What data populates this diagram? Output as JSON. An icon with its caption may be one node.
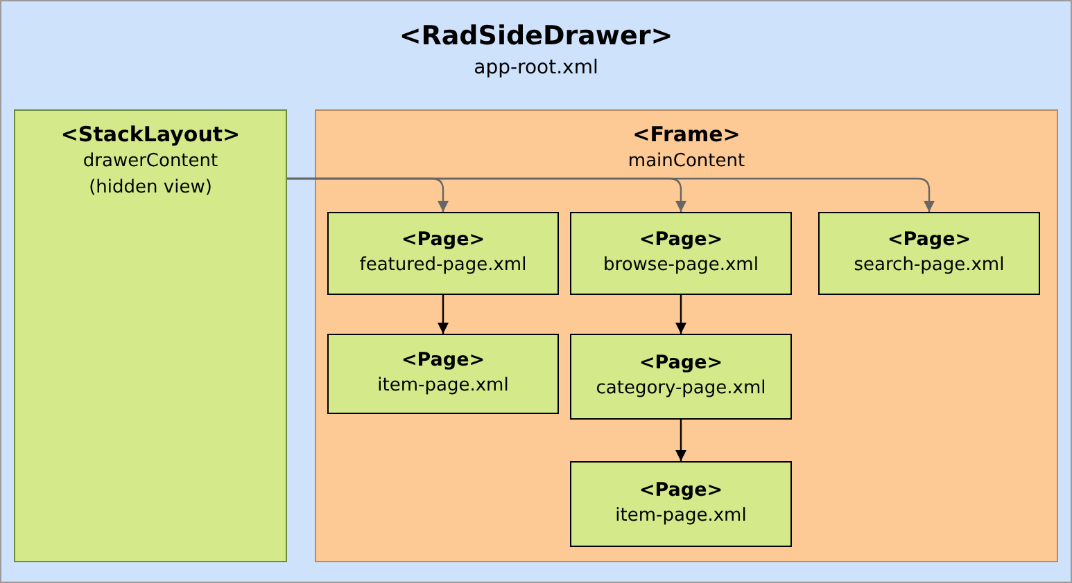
{
  "diagram": {
    "nodes": [
      {
        "text": [
          "<RadSideDrawer>",
          "app-root.xml"
        ]
      },
      {
        "text": [
          "<StackLayout>",
          "drawerContent",
          "(hidden view)"
        ],
        "in": 0
      },
      {
        "text": [
          "<Frame>",
          "mainContent"
        ],
        "in": 0
      },
      {
        "text": [
          "<Page>",
          "featured-page.xml"
        ],
        "in": 2
      },
      {
        "text": [
          "<Page>",
          "browse-page.xml"
        ],
        "in": 2
      },
      {
        "text": [
          "<Page>",
          "search-page.xml"
        ],
        "in": 2
      },
      {
        "text": [
          "<Page>",
          "item-page.xml"
        ],
        "in": 2
      },
      {
        "text": [
          "<Page>",
          "category-page.xml"
        ],
        "in": 2
      },
      {
        "text": [
          "<Page>",
          "item-page.xml"
        ],
        "in": 2
      }
    ],
    "edges": [
      {
        "from": 1,
        "to": 3,
        "arrow": "to",
        "color": "#666666"
      },
      {
        "from": 1,
        "to": 4,
        "arrow": "to",
        "color": "#666666"
      },
      {
        "from": 1,
        "to": 5,
        "arrow": "to",
        "color": "#666666"
      },
      {
        "from": 3,
        "to": 6,
        "arrow": "to",
        "color": "#000000"
      },
      {
        "from": 4,
        "to": 7,
        "arrow": "to",
        "color": "#000000"
      },
      {
        "from": 7,
        "to": 8,
        "arrow": "to",
        "color": "#000000"
      }
    ]
  }
}
